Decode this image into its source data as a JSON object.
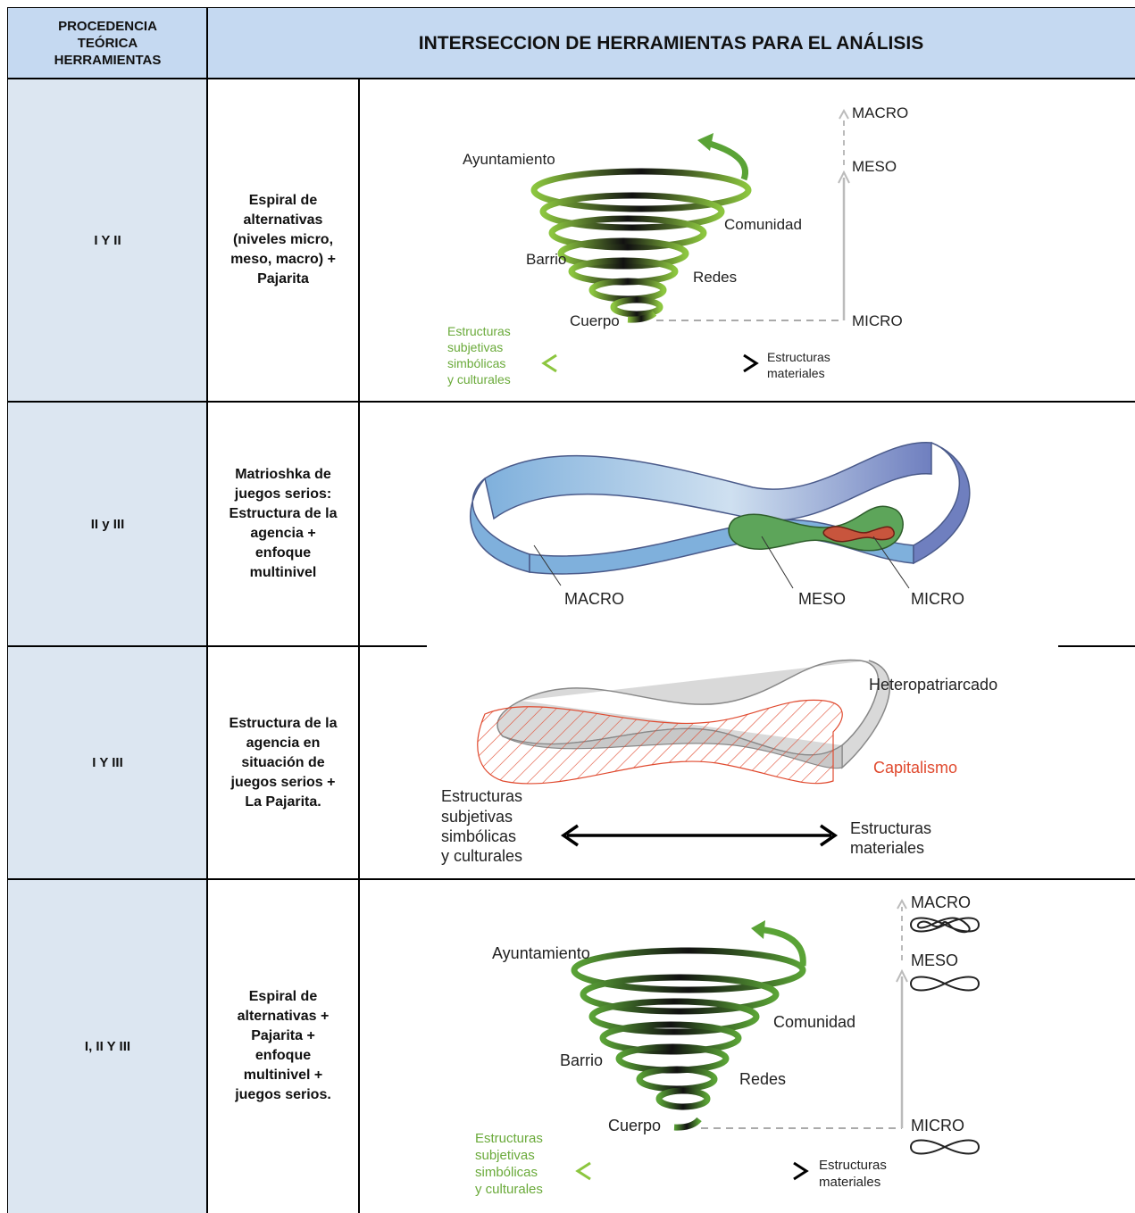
{
  "header": {
    "col1": "PROCEDENCIA\nTEÓRICA\nHERRAMIENTAS",
    "col2": "INTERSECCION DE HERRAMIENTAS PARA EL ANÁLISIS"
  },
  "rows": [
    {
      "level": "I Y II",
      "tool": "Espiral de\nalternativas\n(niveles micro,\nmeso, macro) +\nPajarita",
      "figure": {
        "levels": [
          "MACRO",
          "MESO",
          "MICRO"
        ],
        "spiral_labels": [
          "Ayuntamiento",
          "Comunidad",
          "Barrio",
          "Redes",
          "Cuerpo"
        ],
        "axis_left": [
          "Estructuras",
          "subjetivas",
          "simbólicas",
          "y culturales"
        ],
        "axis_right": [
          "Estructuras",
          "materiales"
        ]
      }
    },
    {
      "level": "II y III",
      "tool": "Matrioshka de\njuegos serios:\nEstructura de la\nagencia +\nenfoque\nmultinivel",
      "figure": {
        "labels": [
          "MACRO",
          "MESO",
          "MICRO"
        ]
      }
    },
    {
      "level": "I Y III",
      "tool": "Estructura de la\nagencia en\nsituación de\njuegos serios +\nLa Pajarita.",
      "figure": {
        "band_labels": [
          "Heteropatriarcado",
          "Capitalismo"
        ],
        "axis_left": [
          "Estructuras",
          "subjetivas",
          "simbólicas",
          "y culturales"
        ],
        "axis_right": [
          "Estructuras",
          "materiales"
        ]
      }
    },
    {
      "level": "I, II Y III",
      "tool": "Espiral de\nalternativas +\nPajarita +\nenfoque\nmultinivel +\njuegos serios.",
      "figure": {
        "levels": [
          "MACRO",
          "MESO",
          "MICRO"
        ],
        "spiral_labels": [
          "Ayuntamiento",
          "Comunidad",
          "Barrio",
          "Redes",
          "Cuerpo"
        ],
        "axis_left": [
          "Estructuras",
          "subjetivas",
          "simbólicas",
          "y culturales"
        ],
        "axis_right": [
          "Estructuras",
          "materiales"
        ]
      }
    }
  ],
  "colors": {
    "header_bg": "#c5d9f1",
    "level_bg": "#dce6f1",
    "spiral_green": "#7dbb3b",
    "macro_blue": "#7fb0dc",
    "meso_green": "#5da55a",
    "micro_red": "#c8553d",
    "capitalismo_red": "#e04a2f"
  }
}
